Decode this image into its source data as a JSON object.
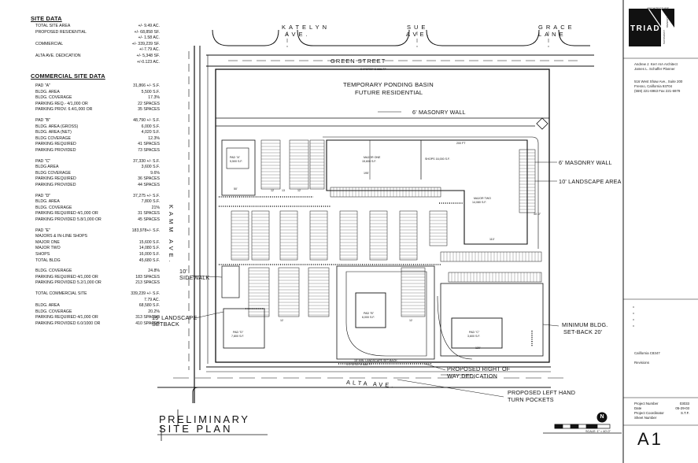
{
  "site_data": {
    "heading": "SITE DATA",
    "rows": [
      {
        "k": "TOTAL SITE AREA",
        "v": "+/- 9.49 AC."
      },
      {
        "k": "PROPOSED RESIDENTIAL",
        "v": "+/- 68,858 SF."
      },
      {
        "k": "",
        "v": "+/- 1.58 AC."
      },
      {
        "k": "COMMERCIAL",
        "v": "+/- 339,239 SF."
      },
      {
        "k": "",
        "v": "+/-7.79 AC."
      },
      {
        "k": "ALTA AVE. DEDICATION",
        "v": "+/- 5,348 SF."
      },
      {
        "k": "",
        "v": "+/-0.123 AC."
      }
    ]
  },
  "commercial_data": {
    "heading": "COMMERCIAL SITE DATA",
    "pads": [
      {
        "rows": [
          {
            "k": "PAD \"A\"",
            "v": "31,866 +/- S.F."
          },
          {
            "k": "BLDG. AREA",
            "v": "5,500 S.F."
          },
          {
            "k": "BLDG. COVERAGE",
            "v": "17.3%"
          },
          {
            "k": "PARKING REQ.- 4/1,000 OR",
            "v": "22 SPACES"
          },
          {
            "k": "PARKING PROV. 6.4/1,000 OR",
            "v": "35 SPACES"
          }
        ]
      },
      {
        "rows": [
          {
            "k": "PAD \"B\"",
            "v": "48,790 +/- S.F."
          },
          {
            "k": "BLDG. AREA (GROSS)",
            "v": "6,000 S.F."
          },
          {
            "k": "BLDG. AREA (NET)",
            "v": "4,020 S.F."
          },
          {
            "k": "BLDG COVERAGE",
            "v": "12.3%"
          },
          {
            "k": "PARKING REQUIRED",
            "v": "41 SPACES"
          },
          {
            "k": "PARKING PROVIDED",
            "v": "73 SPACES"
          }
        ]
      },
      {
        "rows": [
          {
            "k": "PAD \"C\"",
            "v": "37,330 +/- S.F."
          },
          {
            "k": "BLDG AREA",
            "v": "3,600 S.F."
          },
          {
            "k": "BLDG COVERAGE",
            "v": "9.6%"
          },
          {
            "k": "PARKING REQUIRED",
            "v": "36 SPACES"
          },
          {
            "k": "PARKING PROVIDED",
            "v": "44 SPACES"
          }
        ]
      },
      {
        "rows": [
          {
            "k": "PAD \"D\"",
            "v": "37,275 +/- S.F."
          },
          {
            "k": "BLDG. AREA",
            "v": "7,800 S.F."
          },
          {
            "k": "BLDG. COVERAGE",
            "v": "21%"
          },
          {
            "k": "PARKING REQUIRED 4/1,000 OR",
            "v": "31 SPACES"
          },
          {
            "k": "PARKING PROVIDED 5.8/1,000 OR",
            "v": "45 SPACES"
          }
        ]
      },
      {
        "rows": [
          {
            "k": "PAD \"E\"",
            "v": "183,978+/- S.F."
          },
          {
            "k": "MAJORS & IN-LINE SHOPS",
            "v": ""
          },
          {
            "k": "MAJOR ONE",
            "v": "15,600 S.F."
          },
          {
            "k": "MAJOR TWO",
            "v": "14,080 S.F."
          },
          {
            "k": "SHOPS",
            "v": "16,000 S.F."
          },
          {
            "k": "TOTAL BLDG",
            "v": "45,680 S.F."
          }
        ]
      },
      {
        "rows": [
          {
            "k": "BLDG. COVERAGE",
            "v": "24.8%"
          },
          {
            "k": "PARKING REQUIRED 4/1,000 OR",
            "v": "183 SPACES"
          },
          {
            "k": "PARKING PROVIDED 5.2/1,000 OR",
            "v": "213 SPACES"
          }
        ]
      },
      {
        "rows": [
          {
            "k": "TOTAL COMMERCIAL SITE",
            "v": "339,239 +/- S.F."
          },
          {
            "k": "",
            "v": "7.79 AC."
          },
          {
            "k": "BLDG. AREA",
            "v": "68,580 S.F."
          },
          {
            "k": "BLDG. COVERAGE",
            "v": "20.2%"
          },
          {
            "k": "PARKING REQUIRED 4/1,000 OR",
            "v": "313 SPACES"
          },
          {
            "k": "PARKING PROVIDED 6.0/1000 OR",
            "v": "410 SPACES"
          }
        ]
      }
    ]
  },
  "streets": {
    "katelyn": "KATELYN",
    "sue": "SUE",
    "grace": "GRACE",
    "ave": "AVE.",
    "lane": "LANE",
    "green": "GREEN STREET",
    "kamm": "KAMM AVE.",
    "alta": "ALTA AVE."
  },
  "plan_labels": {
    "ponding1": "TEMPORARY PONDING BASIN",
    "ponding2": "FUTURE RESIDENTIAL",
    "wall_top": "6' MASONRY WALL",
    "wall_right": "6' MASONRY WALL",
    "landscape_area": "10' LANDSCAPE AREA",
    "sidewalk1": "10'",
    "sidewalk2": "SIDEWALK",
    "landscape_setback1": "15' LANDSCAPE",
    "landscape_setback2": "SETBACK",
    "min_setback1": "MINIMUM BLDG.",
    "min_setback2": "SET-BACK 20'",
    "row1": "PROPOSED RIGHT OF",
    "row2": "WAY DEDICATION",
    "left1": "PROPOSED LEFT HAND",
    "left2": "TURN POCKETS",
    "major_one": "MAJOR ONE",
    "major_one_sf": "15,600 S.F.",
    "shops": "SHOPS 16,000 S.F.",
    "major_two": "MAJOR TWO",
    "major_two_sf": "14,080 S.F.",
    "pad_a": "PAD \"A\"",
    "pad_a_sf": "5,500 S.F.",
    "pad_b": "PAD \"B\"",
    "pad_b_sf": "6,000 S.F.",
    "pad_c": "PAD \"C\"",
    "pad_c_sf": "3,600 S.F.",
    "pad_d": "PAD \"D\"",
    "pad_d_sf": "7,800 S.F.",
    "landscape_setback_small": "15' MIN. LANDSCAPE SET-BACK",
    "dim_top": "S 0°37'20\" E   666.77'",
    "dim_bottom": "S 0°37'20\" E   666.77'",
    "dim_200": "200 FT",
    "dim_195": "195'",
    "dim_110": "110'",
    "dim_120": "120'",
    "dim_50": "50'",
    "dim_30": "30'-0\"",
    "space_12": "12",
    "space_13": "13"
  },
  "title": {
    "line1": "PRELIMINARY",
    "line2": "SITE PLAN",
    "scale": "SCALE: 1\" = 40'-0\""
  },
  "title_block": {
    "logo": "TRIAD",
    "logo_top": "ARCHITECTURE",
    "logo_side1": "PLANNING",
    "logo_side2": "LANDSCAPE",
    "firm1": "Andrew J. Kerr AIA Architect",
    "firm2": "James L. Schaffer Planner",
    "addr1": "516 West Shaw Ave., Suite 200",
    "addr2": "Fresno, California    93704",
    "addr3": "(559) 221-6963  Fax 221-6979",
    "cal": "California C8347",
    "rev": "Revisions",
    "rows": [
      {
        "k": "Project Number",
        "v": "03033"
      },
      {
        "k": "Date",
        "v": "05-29-03"
      },
      {
        "k": "Project Coordinator",
        "v": "S.T.F."
      },
      {
        "k": "Sheet Number",
        "v": ""
      }
    ],
    "sheet": "A1"
  }
}
